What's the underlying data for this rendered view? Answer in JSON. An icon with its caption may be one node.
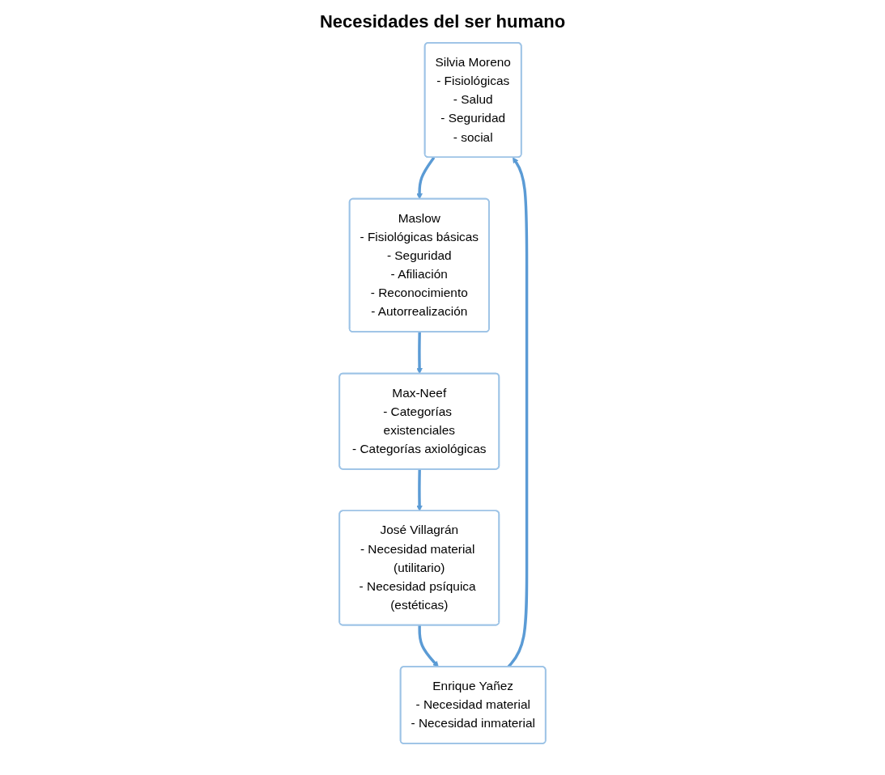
{
  "diagram": {
    "title": "Necesidades del ser humano",
    "nodes": [
      {
        "text": [
          "Silvia Moreno",
          "- Fisiológicas",
          "- Salud",
          "- Seguridad",
          "- social"
        ]
      },
      {
        "text": [
          "Maslow",
          "- Fisiológicas básicas",
          "- Seguridad",
          "- Afiliación",
          "- Reconocimiento",
          "- Autorrealización"
        ]
      },
      {
        "text": [
          "Enrique Yañez",
          "- Necesidad material",
          "- Necesidad inmaterial"
        ]
      },
      {
        "text": [
          "Max-Neef",
          "- Categorías existenciales",
          "- Categorías axiológicas"
        ]
      },
      {
        "text": [
          "José Villagrán",
          "- Necesidad material (utilitario)",
          "- Necesidad psíquica (estéticas)"
        ]
      }
    ],
    "edges": [
      {
        "from": 0,
        "to": 1,
        "arrow": "to"
      },
      {
        "from": 1,
        "to": 3,
        "arrow": "to"
      },
      {
        "from": 3,
        "to": 4,
        "arrow": "to"
      },
      {
        "from": 4,
        "to": 2,
        "arrow": "to"
      },
      {
        "from": 2,
        "to": 0,
        "arrow": "to"
      }
    ]
  }
}
